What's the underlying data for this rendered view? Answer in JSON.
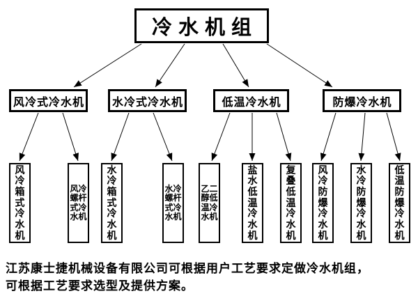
{
  "diagram": {
    "root": {
      "label": "冷水机组"
    },
    "branches": [
      {
        "label": "风冷式冷水机",
        "children": [
          "风冷箱式冷水机",
          "风冷螺杆式冷水机"
        ]
      },
      {
        "label": "水冷式冷水机",
        "children": [
          "水冷箱式冷水机",
          "水冷螺杆式冷水机"
        ]
      },
      {
        "label": "低温冷水机",
        "children": [
          "乙二醇低温冷水机",
          "盐水低温冷水机",
          "复叠低温冷水机"
        ]
      },
      {
        "label": "防爆冷水机",
        "children": [
          "风冷防爆冷水机",
          "水冷防爆冷水机",
          "低温防爆冷水机"
        ]
      }
    ],
    "footer": {
      "line1": "江苏康士捷机械设备有限公司可根据用户工艺要求定做冷水机组，",
      "line2": "可根据工艺要求选型及提供方案。"
    },
    "colors": {
      "background": "#ffffff",
      "box_border": "#000000",
      "connector_line": "#000000",
      "text": "#000000"
    }
  }
}
